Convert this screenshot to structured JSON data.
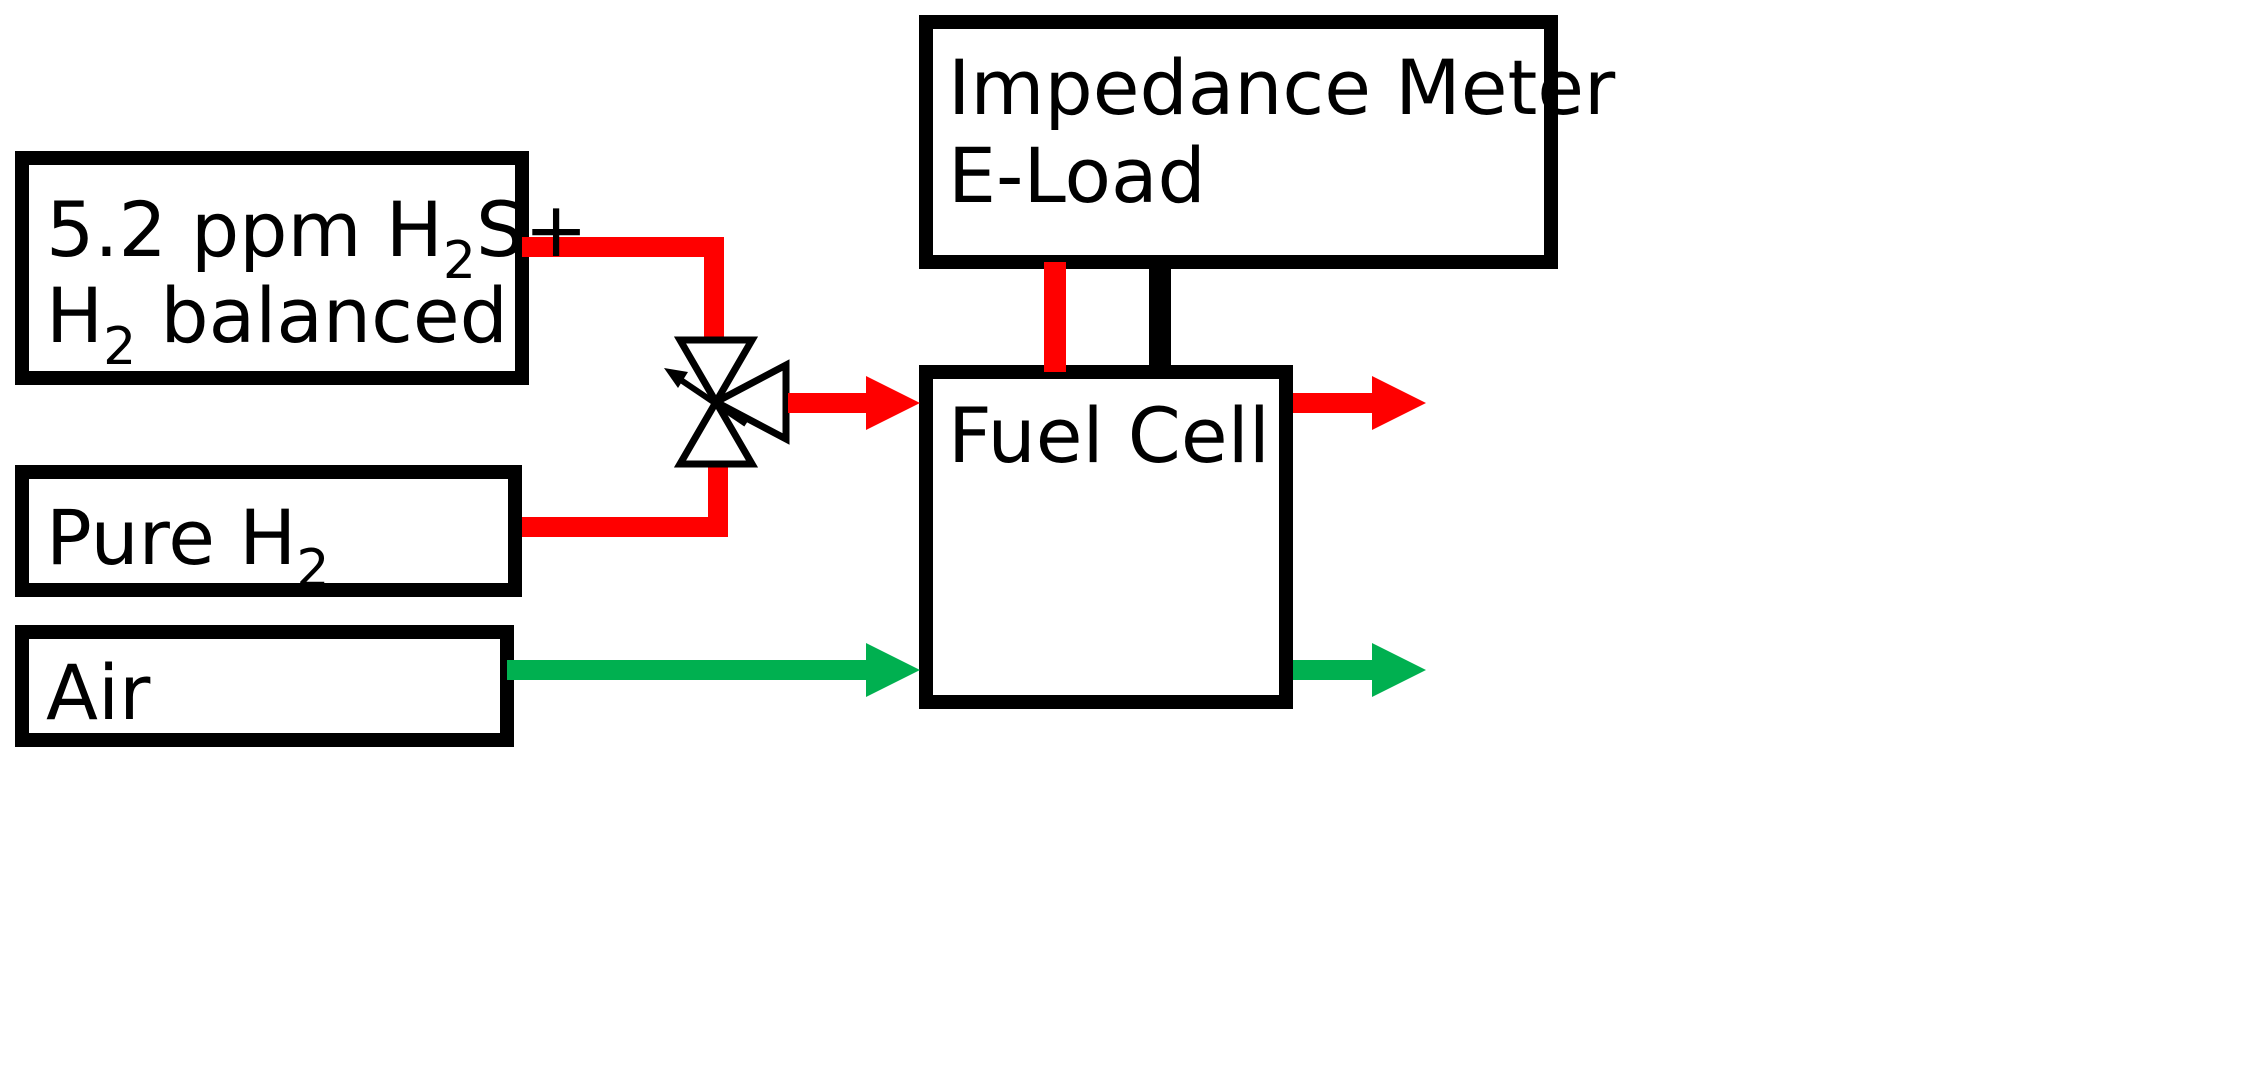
{
  "colors": {
    "fuel_line": "#ff0000",
    "air_line": "#00b050",
    "border": "#000000",
    "background": "#ffffff"
  },
  "boxes": {
    "h2s_source": {
      "line1_prefix": "5.2 ppm H",
      "line1_sub": "2",
      "line1_suffix": "S+",
      "line2_prefix": "H",
      "line2_sub": "2",
      "line2_suffix": " balanced"
    },
    "pure_h2": {
      "prefix": "Pure H",
      "sub": "2"
    },
    "air": {
      "label": "Air"
    },
    "impedance_meter": {
      "line1": "Impedance Meter",
      "line2": "E-Load"
    },
    "fuel_cell": {
      "label": "Fuel Cell"
    }
  },
  "valve": {
    "icon": "three-way-valve-icon"
  }
}
